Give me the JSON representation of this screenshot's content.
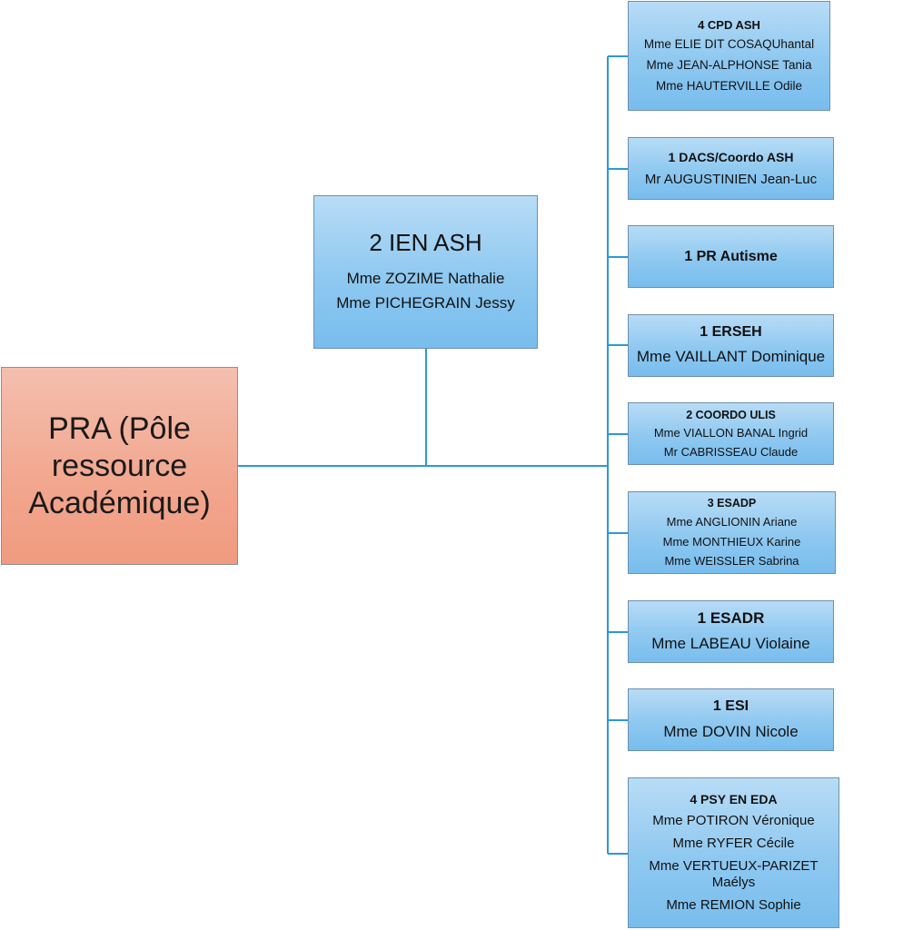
{
  "root": {
    "label": "PRA (Pôle ressource Académique)"
  },
  "ien": {
    "title": "2 IEN ASH",
    "members": [
      "Mme ZOZIME Nathalie",
      "Mme PICHEGRAIN Jessy"
    ]
  },
  "groups": [
    {
      "title": "4 CPD ASH",
      "members": [
        "Mme  ELIE DIT COSAQUhantal",
        "Mme JEAN-ALPHONSE Tania",
        "Mme HAUTERVILLE Odile"
      ]
    },
    {
      "title": "1 DACS/Coordo ASH",
      "members": [
        "Mr AUGUSTINIEN Jean-Luc"
      ]
    },
    {
      "title": "1 PR Autisme",
      "members": []
    },
    {
      "title": "1 ERSEH",
      "members": [
        "Mme VAILLANT Dominique"
      ]
    },
    {
      "title": "2 COORDO ULIS",
      "members": [
        "Mme VIALLON BANAL Ingrid",
        "Mr CABRISSEAU Claude"
      ]
    },
    {
      "title": "3 ESADP",
      "members": [
        "Mme ANGLIONIN Ariane",
        "Mme MONTHIEUX  Karine",
        "Mme WEISSLER Sabrina"
      ]
    },
    {
      "title": "1 ESADR",
      "members": [
        "Mme LABEAU Violaine"
      ]
    },
    {
      "title": "1 ESI",
      "members": [
        "Mme DOVIN Nicole"
      ]
    },
    {
      "title": "4 PSY EN EDA",
      "members": [
        "Mme POTIRON Véronique",
        "Mme RYFER Cécile",
        "Mme VERTUEUX-PARIZET Maélys",
        "Mme REMION  Sophie"
      ]
    }
  ]
}
